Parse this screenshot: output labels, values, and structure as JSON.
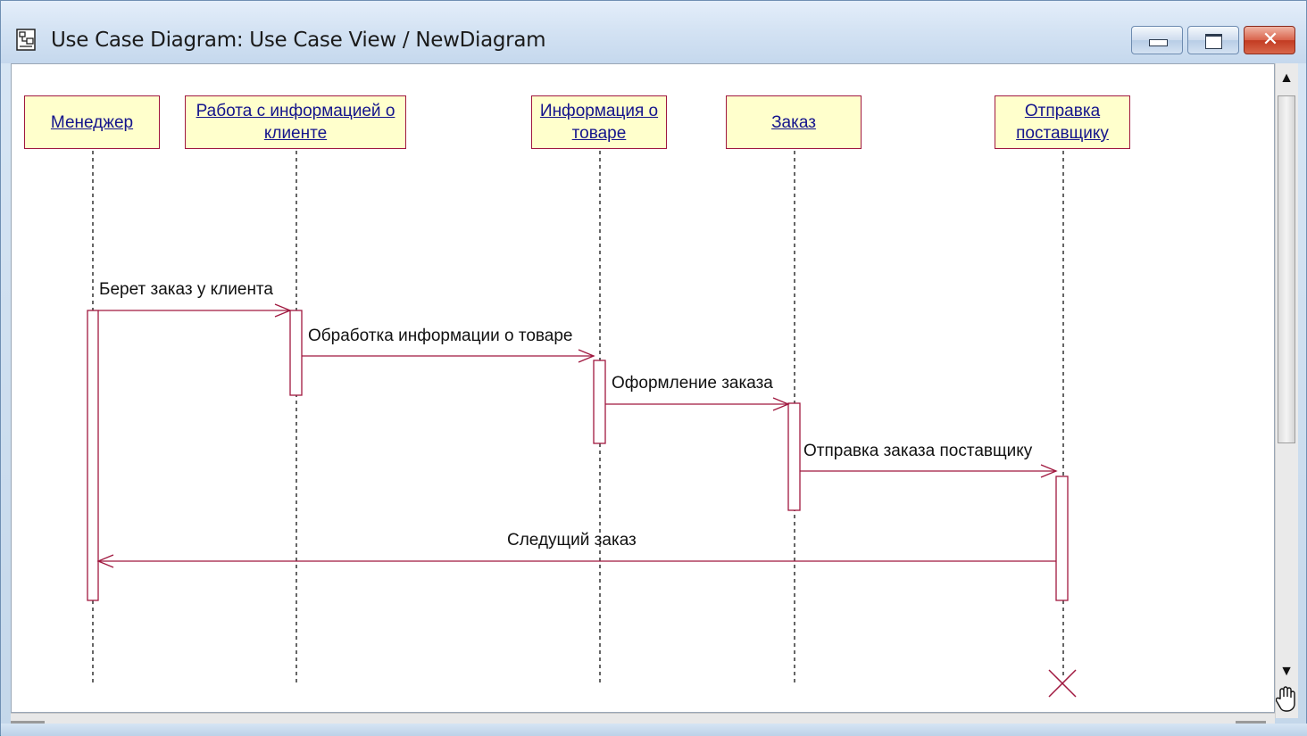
{
  "window": {
    "title": "Use Case Diagram: Use Case View / NewDiagram",
    "controls": [
      "minimize",
      "maximize",
      "close"
    ]
  },
  "diagram": {
    "type": "sequence",
    "objects": [
      {
        "id": "manager",
        "label": "Менеджер"
      },
      {
        "id": "client-info",
        "label": "Работа с информацией о клиенте"
      },
      {
        "id": "product-info",
        "label": "Информация о товаре"
      },
      {
        "id": "order",
        "label": "Заказ"
      },
      {
        "id": "supplier-send",
        "label": "Отправка поставщику"
      }
    ],
    "messages": [
      {
        "from": "manager",
        "to": "client-info",
        "label": "Берет заказ у клиента"
      },
      {
        "from": "client-info",
        "to": "product-info",
        "label": "Обработка информации о товаре"
      },
      {
        "from": "product-info",
        "to": "order",
        "label": "Оформление заказа"
      },
      {
        "from": "order",
        "to": "supplier-send",
        "label": "Отправка заказа поставщику"
      },
      {
        "from": "supplier-send",
        "to": "manager",
        "label": "Следущий заказ"
      }
    ],
    "destroyed": "supplier-send"
  },
  "colors": {
    "object_fill": "#ffffcc",
    "object_border": "#a0183f",
    "object_text": "#14148c",
    "message_line": "#a0183f",
    "lifeline": "#000000"
  },
  "icons": {
    "app": "diagram-icon",
    "corner": "hand-icon"
  }
}
